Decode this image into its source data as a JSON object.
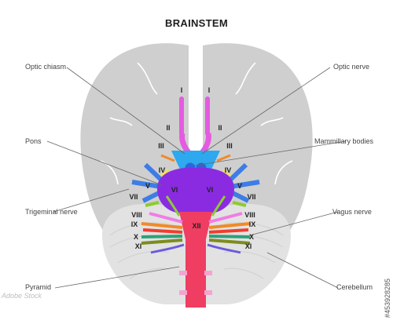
{
  "title": "BRAINSTEM",
  "labels": {
    "left": [
      "Optic chiasm",
      "Pons",
      "Trigeminal nerve",
      "Pyramid"
    ],
    "right": [
      "Optic nerve",
      "Mammillary bodies",
      "Vagus nerve",
      "Cerebellum"
    ]
  },
  "numerals": [
    "I",
    "II",
    "III",
    "IV",
    "V",
    "VI",
    "VII",
    "VIII",
    "IX",
    "X",
    "XI",
    "XII"
  ],
  "stock_id": "#453928285",
  "brand": "Adobe Stock",
  "colors": {
    "brain": "#cfcfcf",
    "cerebellum": "#e2e2e2",
    "optic_nerve": "#e45be0",
    "chiasm": "#2ea8ef",
    "mammillary": "#2f63db",
    "pons": "#8a2be2",
    "medulla": "#ef3e62",
    "trigeminal": "#3d7de5",
    "abducens_facial": "#8ecc2f",
    "occulomotor": "#f08a2a",
    "trochlear": "#f2df53",
    "vagus": "#2ba27a",
    "spinal_accessory": "#7e8c1f"
  }
}
